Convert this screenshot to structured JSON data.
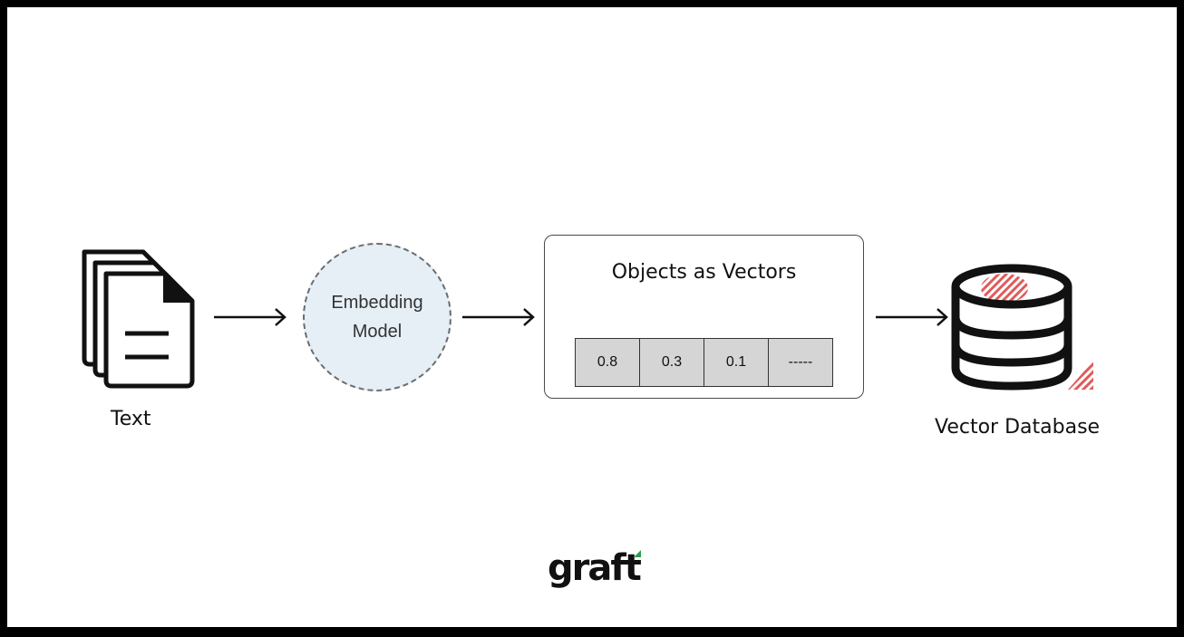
{
  "diagram": {
    "text_label": "Text",
    "embedding_model": [
      "Embedding",
      "Model"
    ],
    "vectors_title": "Objects as Vectors",
    "vector_cells": [
      "0.8",
      "0.3",
      "0.1",
      "-----"
    ],
    "database_label": "Vector Database",
    "logo": "graft"
  },
  "colors": {
    "circle_fill": "#e6eff6",
    "cell_fill": "#d5d5d5",
    "db_accent": "#e05a5a",
    "logo_accent": "#2e9d4f"
  },
  "icons": {
    "documents": "documents-icon",
    "database": "database-icon"
  }
}
